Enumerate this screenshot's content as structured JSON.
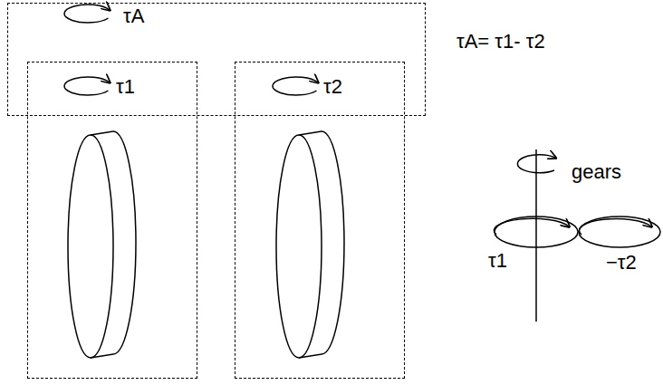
{
  "diagram": {
    "nodes": [
      {
        "text": [
          "τA"
        ]
      },
      {
        "text": [
          "τ1"
        ]
      },
      {
        "text": [
          "τ2"
        ]
      }
    ],
    "labels": [
      "τA= τ1- τ2",
      "gears",
      "τ1",
      "−τ2"
    ]
  }
}
